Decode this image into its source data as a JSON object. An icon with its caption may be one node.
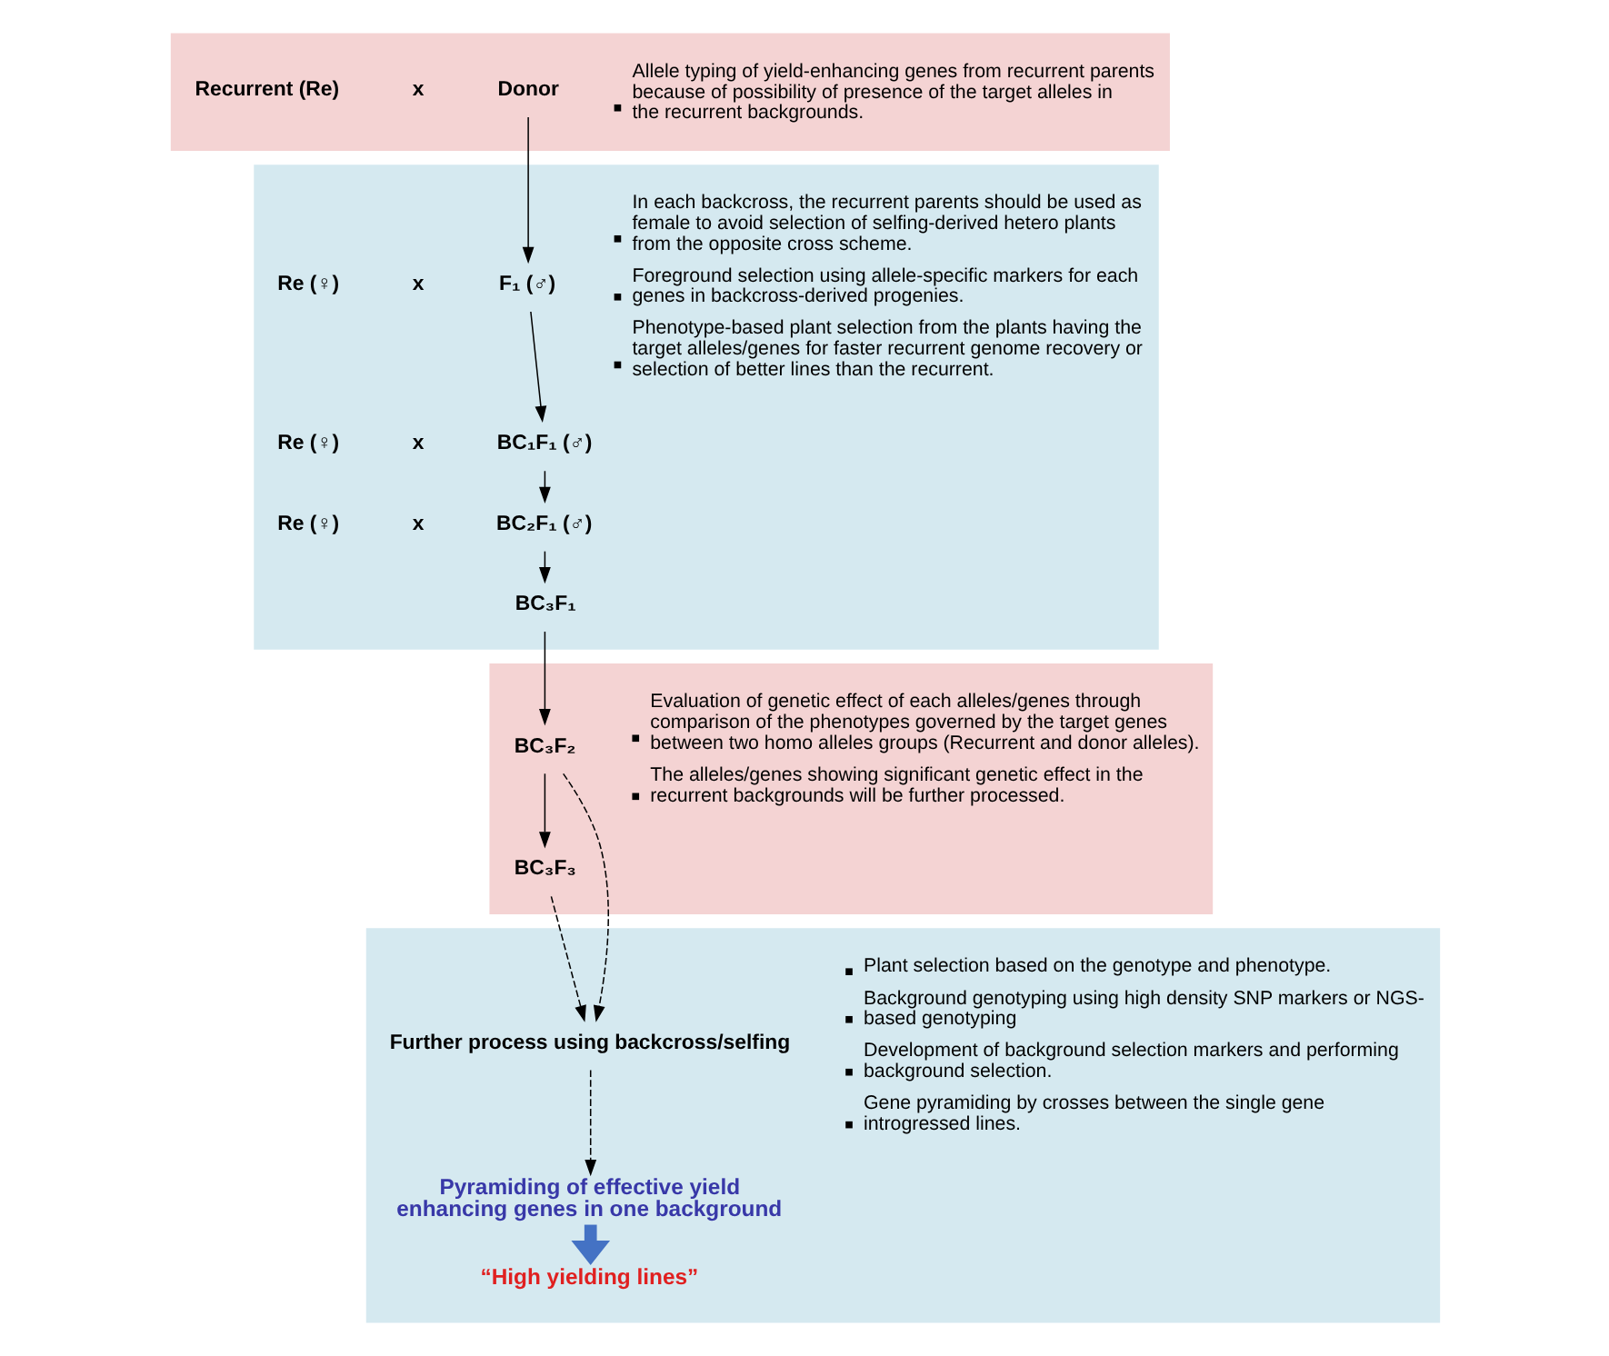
{
  "diagram": {
    "nodes": [
      {
        "text": [],
        "shape": "box"
      },
      {
        "text": [
          "Recurrent (Re)"
        ],
        "in": 0
      },
      {
        "text": [
          "Donor"
        ],
        "in": 0
      },
      {
        "text": [
          "Allele typing of yield-enhancing genes from recurrent parents because of possibility of presence of the target alleles in the recurrent backgrounds."
        ],
        "in": 0
      },
      {
        "text": [],
        "shape": "box"
      },
      {
        "text": [
          "Re (♀)"
        ],
        "in": 4
      },
      {
        "text": [
          "F₁ (♂)"
        ],
        "in": 4
      },
      {
        "text": [
          "Re (♀)"
        ],
        "in": 4
      },
      {
        "text": [
          "BC₁F₁ (♂)"
        ],
        "in": 4
      },
      {
        "text": [
          "Re (♀)"
        ],
        "in": 4
      },
      {
        "text": [
          "BC₂F₁ (♂)"
        ],
        "in": 4
      },
      {
        "text": [
          "BC₃F₁"
        ],
        "in": 4
      },
      {
        "text": [
          "In each backcross, the recurrent parents should be used as female to avoid selection of selfing-derived hetero plants from the opposite cross scheme.",
          "Foreground selection using allele-specific markers for each genes in backcross-derived progenies.",
          "Phenotype-based plant selection from the plants having the target alleles/genes for faster recurrent genome recovery or selection of better lines than the recurrent."
        ],
        "in": 4
      },
      {
        "text": [],
        "shape": "box"
      },
      {
        "text": [
          "BC₃F₂"
        ],
        "in": 13
      },
      {
        "text": [
          "BC₃F₃"
        ],
        "in": 13
      },
      {
        "text": [
          "Evaluation of genetic effect of each alleles/genes through comparison of the phenotypes governed by the target genes between two homo alleles groups (Recurrent and donor alleles).",
          "The alleles/genes showing significant genetic effect in the recurrent backgrounds will be further processed."
        ],
        "in": 13
      },
      {
        "text": [],
        "shape": "box"
      },
      {
        "text": [
          "Further process using backcross/selfing"
        ],
        "in": 17
      },
      {
        "text": [
          "Pyramiding of effective yield enhancing genes in one background"
        ],
        "in": 17
      },
      {
        "text": [
          "“High yielding lines”"
        ],
        "in": 17
      },
      {
        "text": [
          "Plant selection based on the genotype and phenotype.",
          "Background genotyping using high density SNP markers or NGS-based genotyping",
          "Development of background selection markers and performing background selection.",
          "Gene pyramiding by crosses between the single gene introgressed lines."
        ],
        "in": 17
      }
    ],
    "edges": [
      {
        "from": 2,
        "to": 6,
        "arrow": "to"
      },
      {
        "from": 6,
        "to": 8,
        "arrow": "to"
      },
      {
        "from": 8,
        "to": 10,
        "arrow": "to"
      },
      {
        "from": 10,
        "to": 11,
        "arrow": "to"
      },
      {
        "from": 11,
        "to": 14,
        "arrow": "to"
      },
      {
        "from": 14,
        "to": 15,
        "arrow": "to"
      },
      {
        "from": 14,
        "to": 18,
        "arrow": "to",
        "style": "dashed"
      },
      {
        "from": 15,
        "to": 18,
        "arrow": "to",
        "style": "dashed"
      },
      {
        "from": 18,
        "to": 19,
        "arrow": "to",
        "style": "dashed"
      },
      {
        "from": 19,
        "to": 20,
        "arrow": "to",
        "style": "thick",
        "color": "#4472c4"
      }
    ],
    "labels": [
      "x",
      "x",
      "x",
      "x"
    ]
  }
}
